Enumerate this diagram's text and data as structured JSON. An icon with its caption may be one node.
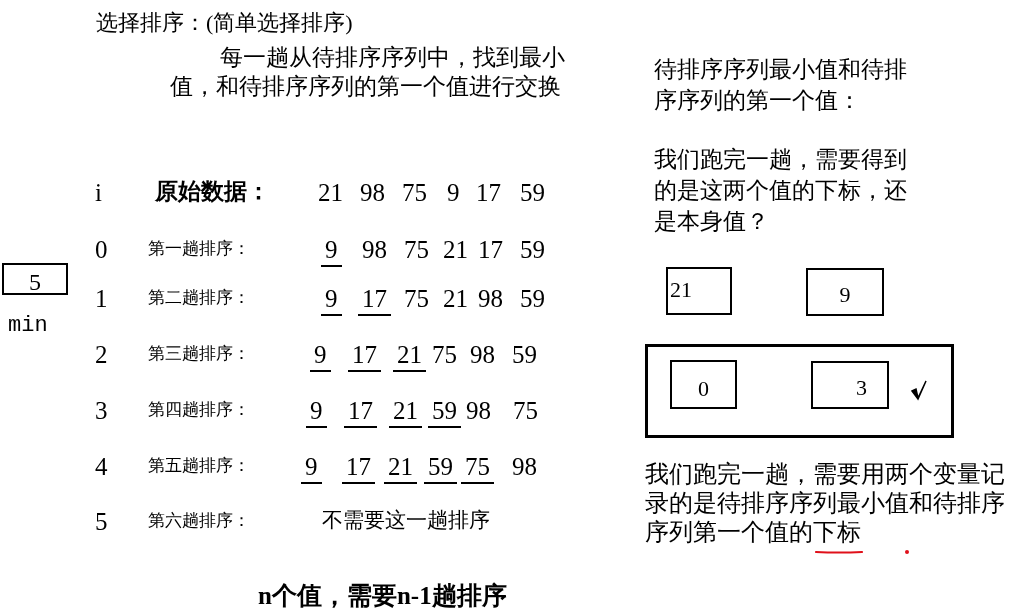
{
  "diagram": {
    "title": "选择排序：(简单选择排序)",
    "caption": "n个值，需要n-1趟排序",
    "nodes": [
      {
        "text": [
          "5"
        ],
        "beside": [
          "min"
        ]
      },
      {
        "text": [
          "21"
        ]
      },
      {
        "text": [
          "9"
        ]
      },
      {
        "text": [],
        "shape": "box"
      },
      {
        "text": [
          "0"
        ],
        "in": 3
      },
      {
        "text": [
          "3"
        ],
        "in": 3
      }
    ],
    "edges": [],
    "labels": [
      "每一趟从待排序序列中，找到最小值，和待排序序列的第一个值进行交换",
      "待排序序列最小值和待排序序列的第一个值：",
      "我们跑完一趟，需要得到的是这两个值的下标，还是本身值？",
      "i",
      "原始数据：",
      "21",
      "98",
      "75",
      "9",
      "17",
      "59",
      "0",
      "第一趟排序：",
      "9",
      "98",
      "75",
      "21",
      "17",
      "59",
      "1",
      "第二趟排序：",
      "9",
      "17",
      "75",
      "21",
      "98",
      "59",
      "2",
      "第三趟排序：",
      "9",
      "17",
      "21",
      "75",
      "98",
      "59",
      "3",
      "第四趟排序：",
      "9",
      "17",
      "21",
      "59",
      "98",
      "75",
      "4",
      "第五趟排序：",
      "9",
      "17",
      "21",
      "59",
      "75",
      "98",
      "5",
      "第六趟排序：",
      "不需要这一趟排序",
      "我们跑完一趟，需要用两个变量记录的是待排序序列最小值和待排序序列第一个值的下标"
    ]
  }
}
